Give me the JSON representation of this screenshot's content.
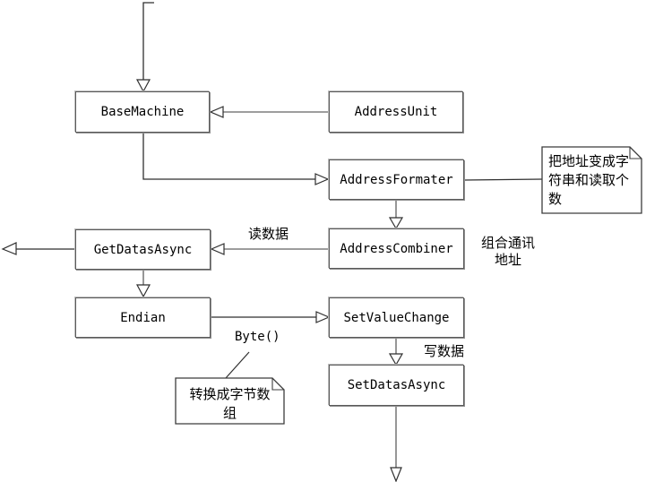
{
  "diagram": {
    "type": "class-flow-diagram",
    "colors": {
      "background": "#ffffff",
      "node_fill": "#ffffff",
      "node_border": "#5a5a5a",
      "connector_dark": "#2f2f2f",
      "connector_gray": "#7d7d7d",
      "text": "#000000"
    },
    "nodes": [
      {
        "id": "base-machine",
        "label": "BaseMachine"
      },
      {
        "id": "address-unit",
        "label": "AddressUnit"
      },
      {
        "id": "address-formater",
        "label": "AddressFormater"
      },
      {
        "id": "get-datas-async",
        "label": "GetDatasAsync"
      },
      {
        "id": "address-combiner",
        "label": "AddressCombiner"
      },
      {
        "id": "endian",
        "label": "Endian"
      },
      {
        "id": "set-value-change",
        "label": "SetValueChange"
      },
      {
        "id": "set-datas-async",
        "label": "SetDatasAsync"
      }
    ],
    "notes": [
      {
        "id": "note-address-formater",
        "text": "把地址变成字符串和读取个数"
      },
      {
        "id": "note-endian",
        "text": "转换成字节数组"
      }
    ],
    "edge_labels": [
      {
        "id": "read-data",
        "text": "读数据"
      },
      {
        "id": "combine-address",
        "text": "组合通讯\n地址"
      },
      {
        "id": "byte-call",
        "text": "Byte()"
      },
      {
        "id": "write-data",
        "text": "写数据"
      }
    ]
  }
}
